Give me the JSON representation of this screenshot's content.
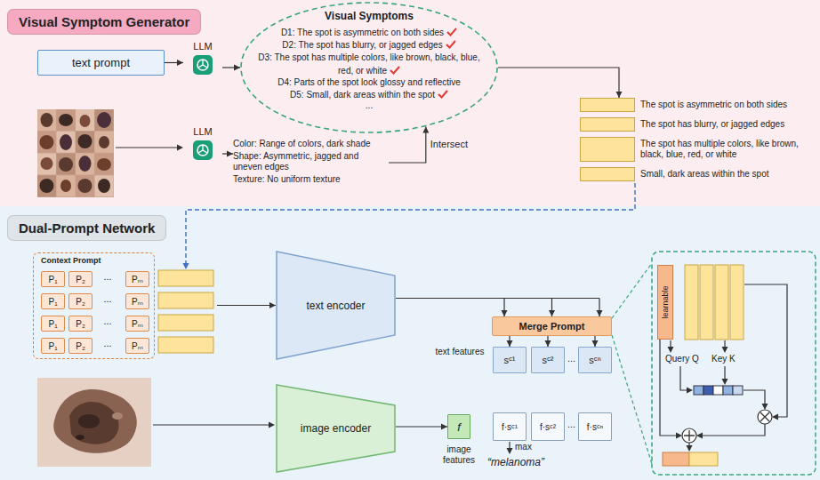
{
  "diagram": {
    "nodes": [
      {
        "text": [
          "Visual Symptom Generator"
        ]
      },
      {
        "text": [
          "text prompt"
        ],
        "in": 0
      },
      {
        "text": [
          "LLM"
        ],
        "in": 0
      },
      {
        "text": [
          "Visual Symptoms",
          "D1: The spot is asymmetric on both sides",
          "D2: The spot has blurry, or jagged edges",
          "D3: The spot has multiple colors, like brown, black, blue, red, or white",
          "D4: Parts of the spot look glossy and reflective",
          "D5: Small, dark areas within the spot",
          "..."
        ],
        "in": 0
      },
      {
        "text": [
          "LLM"
        ],
        "in": 0
      },
      {
        "text": [
          "Color: Range of colors, dark shade",
          "Shape: Asymmetric, jagged and uneven edges",
          "Texture: No uniform texture"
        ],
        "in": 0
      },
      {
        "text": [
          "The spot is asymmetric on both sides"
        ],
        "in": 0
      },
      {
        "text": [
          "The spot has blurry, or jagged edges"
        ],
        "in": 0
      },
      {
        "text": [
          "The spot has multiple colors, like brown, black, blue, red, or white"
        ],
        "in": 0
      },
      {
        "text": [
          "Small, dark areas within the spot"
        ],
        "in": 0
      },
      {
        "text": [
          "Dual-Prompt Network"
        ]
      },
      {
        "text": [
          "Context Prompt"
        ],
        "in": 10
      },
      {
        "text": [
          "P₁"
        ],
        "in": 11
      },
      {
        "text": [
          "P₂"
        ],
        "in": 11
      },
      {
        "text": [
          "Pₘ"
        ],
        "in": 11
      },
      {
        "text": [
          "P₁"
        ],
        "in": 11
      },
      {
        "text": [
          "P₂"
        ],
        "in": 11
      },
      {
        "text": [
          "Pₘ"
        ],
        "in": 11
      },
      {
        "text": [
          "P₁"
        ],
        "in": 11
      },
      {
        "text": [
          "P₂"
        ],
        "in": 11
      },
      {
        "text": [
          "Pₘ"
        ],
        "in": 11
      },
      {
        "text": [
          "P₁"
        ],
        "in": 11
      },
      {
        "text": [
          "P₂"
        ],
        "in": 11
      },
      {
        "text": [
          "Pₘ"
        ],
        "in": 11
      },
      {
        "text": [
          "text encoder"
        ],
        "in": 10
      },
      {
        "text": [
          "image encoder"
        ],
        "in": 10
      },
      {
        "text": [
          "Merge Prompt"
        ],
        "in": 10
      },
      {
        "text": [
          "sᶜ¹"
        ],
        "in": 10
      },
      {
        "text": [
          "sᶜ²"
        ],
        "in": 10
      },
      {
        "text": [
          "sᶜⁿ"
        ],
        "in": 10
      },
      {
        "text": [
          "f"
        ],
        "in": 10
      },
      {
        "text": [
          "f·sᶜ¹"
        ],
        "in": 10
      },
      {
        "text": [
          "f·sᶜ²"
        ],
        "in": 10
      },
      {
        "text": [
          "f·sᶜⁿ"
        ],
        "in": 10
      },
      {
        "text": [
          "learnable"
        ],
        "in": 10
      }
    ],
    "edges": [
      {
        "from": 1,
        "to": 2,
        "arrow": "to"
      },
      {
        "from": 2,
        "to": 3,
        "arrow": "to"
      },
      {
        "from": 4,
        "to": 5,
        "arrow": "to"
      },
      {
        "from": 5,
        "to": 3,
        "label": "Intersect",
        "arrow": "to"
      },
      {
        "from": 3,
        "to": 6,
        "arrow": "to"
      },
      {
        "from": 11,
        "to": 24,
        "arrow": "to"
      },
      {
        "from": 24,
        "to": 26,
        "arrow": "to"
      },
      {
        "from": 26,
        "to": 27,
        "arrow": "to"
      },
      {
        "from": 26,
        "to": 28,
        "arrow": "to"
      },
      {
        "from": 26,
        "to": 29,
        "arrow": "to"
      },
      {
        "from": 25,
        "to": 30,
        "arrow": "to"
      }
    ],
    "labels": [
      "...",
      "...",
      "...",
      "...",
      "text features",
      "...",
      "image features",
      "...",
      "max",
      "“melanoma”",
      "Query Q",
      "Key K"
    ]
  }
}
